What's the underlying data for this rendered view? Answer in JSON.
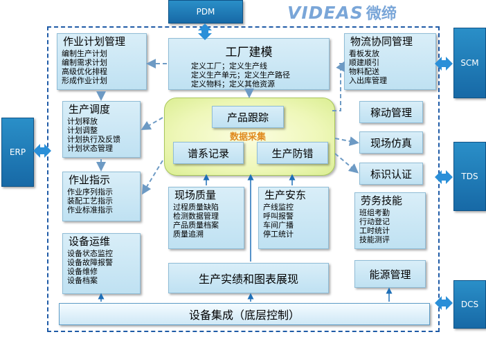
{
  "logo": {
    "brand": "VIDEAS",
    "cn": "微缔"
  },
  "external": {
    "pdm": "PDM",
    "erp": "ERP",
    "scm": "SCM",
    "tds": "TDS",
    "dcs": "DCS"
  },
  "plan": {
    "title": "作业计划管理",
    "items": [
      "编制生产计划",
      "编制需求计划",
      "高级优化排程",
      "形成作业计划"
    ]
  },
  "factory": {
    "title": "工厂建模",
    "lines": [
      "定义工厂；定义生产线",
      "定义生产单元；定义生产路径",
      "定义物料；定义其他资源"
    ]
  },
  "logistics": {
    "title": "物流协同管理",
    "items": [
      "看板发放",
      "顺建顺引",
      "物料配送",
      "入出库管理"
    ]
  },
  "dispatch": {
    "title": "生产调度",
    "items": [
      "计划释放",
      "计划调整",
      "计划执行及反馈",
      "计划状态管理"
    ]
  },
  "center": {
    "tracking": "产品跟踪",
    "collection": "数据采集",
    "genealogy": "谱系记录",
    "errorproof": "生产防错"
  },
  "right": {
    "andon": "稼动管理",
    "simulation": "现场仿真",
    "identify": "标识认证",
    "energy": "能源管理"
  },
  "instruction": {
    "title": "作业指示",
    "items": [
      "作业序列指示",
      "装配工艺指示",
      "作业标准指示"
    ]
  },
  "quality": {
    "title": "现场质量",
    "items": [
      "过程质量缺陷",
      "检测数据管理",
      "产品质量档案",
      "质量追溯"
    ]
  },
  "safety": {
    "title": "生产安东",
    "items": [
      "产线监控",
      "呼叫报警",
      "车间广播",
      "停工统计"
    ]
  },
  "labor": {
    "title": "劳务技能",
    "items": [
      "班组考勤",
      "行动登记",
      "工时统计",
      "技能测评"
    ]
  },
  "equipment": {
    "title": "设备运维",
    "items": [
      "设备状态监控",
      "设备故障报警",
      "设备维修",
      "设备档案"
    ]
  },
  "performance": "生产实绩和图表展现",
  "integration": "设备集成（底层控制）"
}
